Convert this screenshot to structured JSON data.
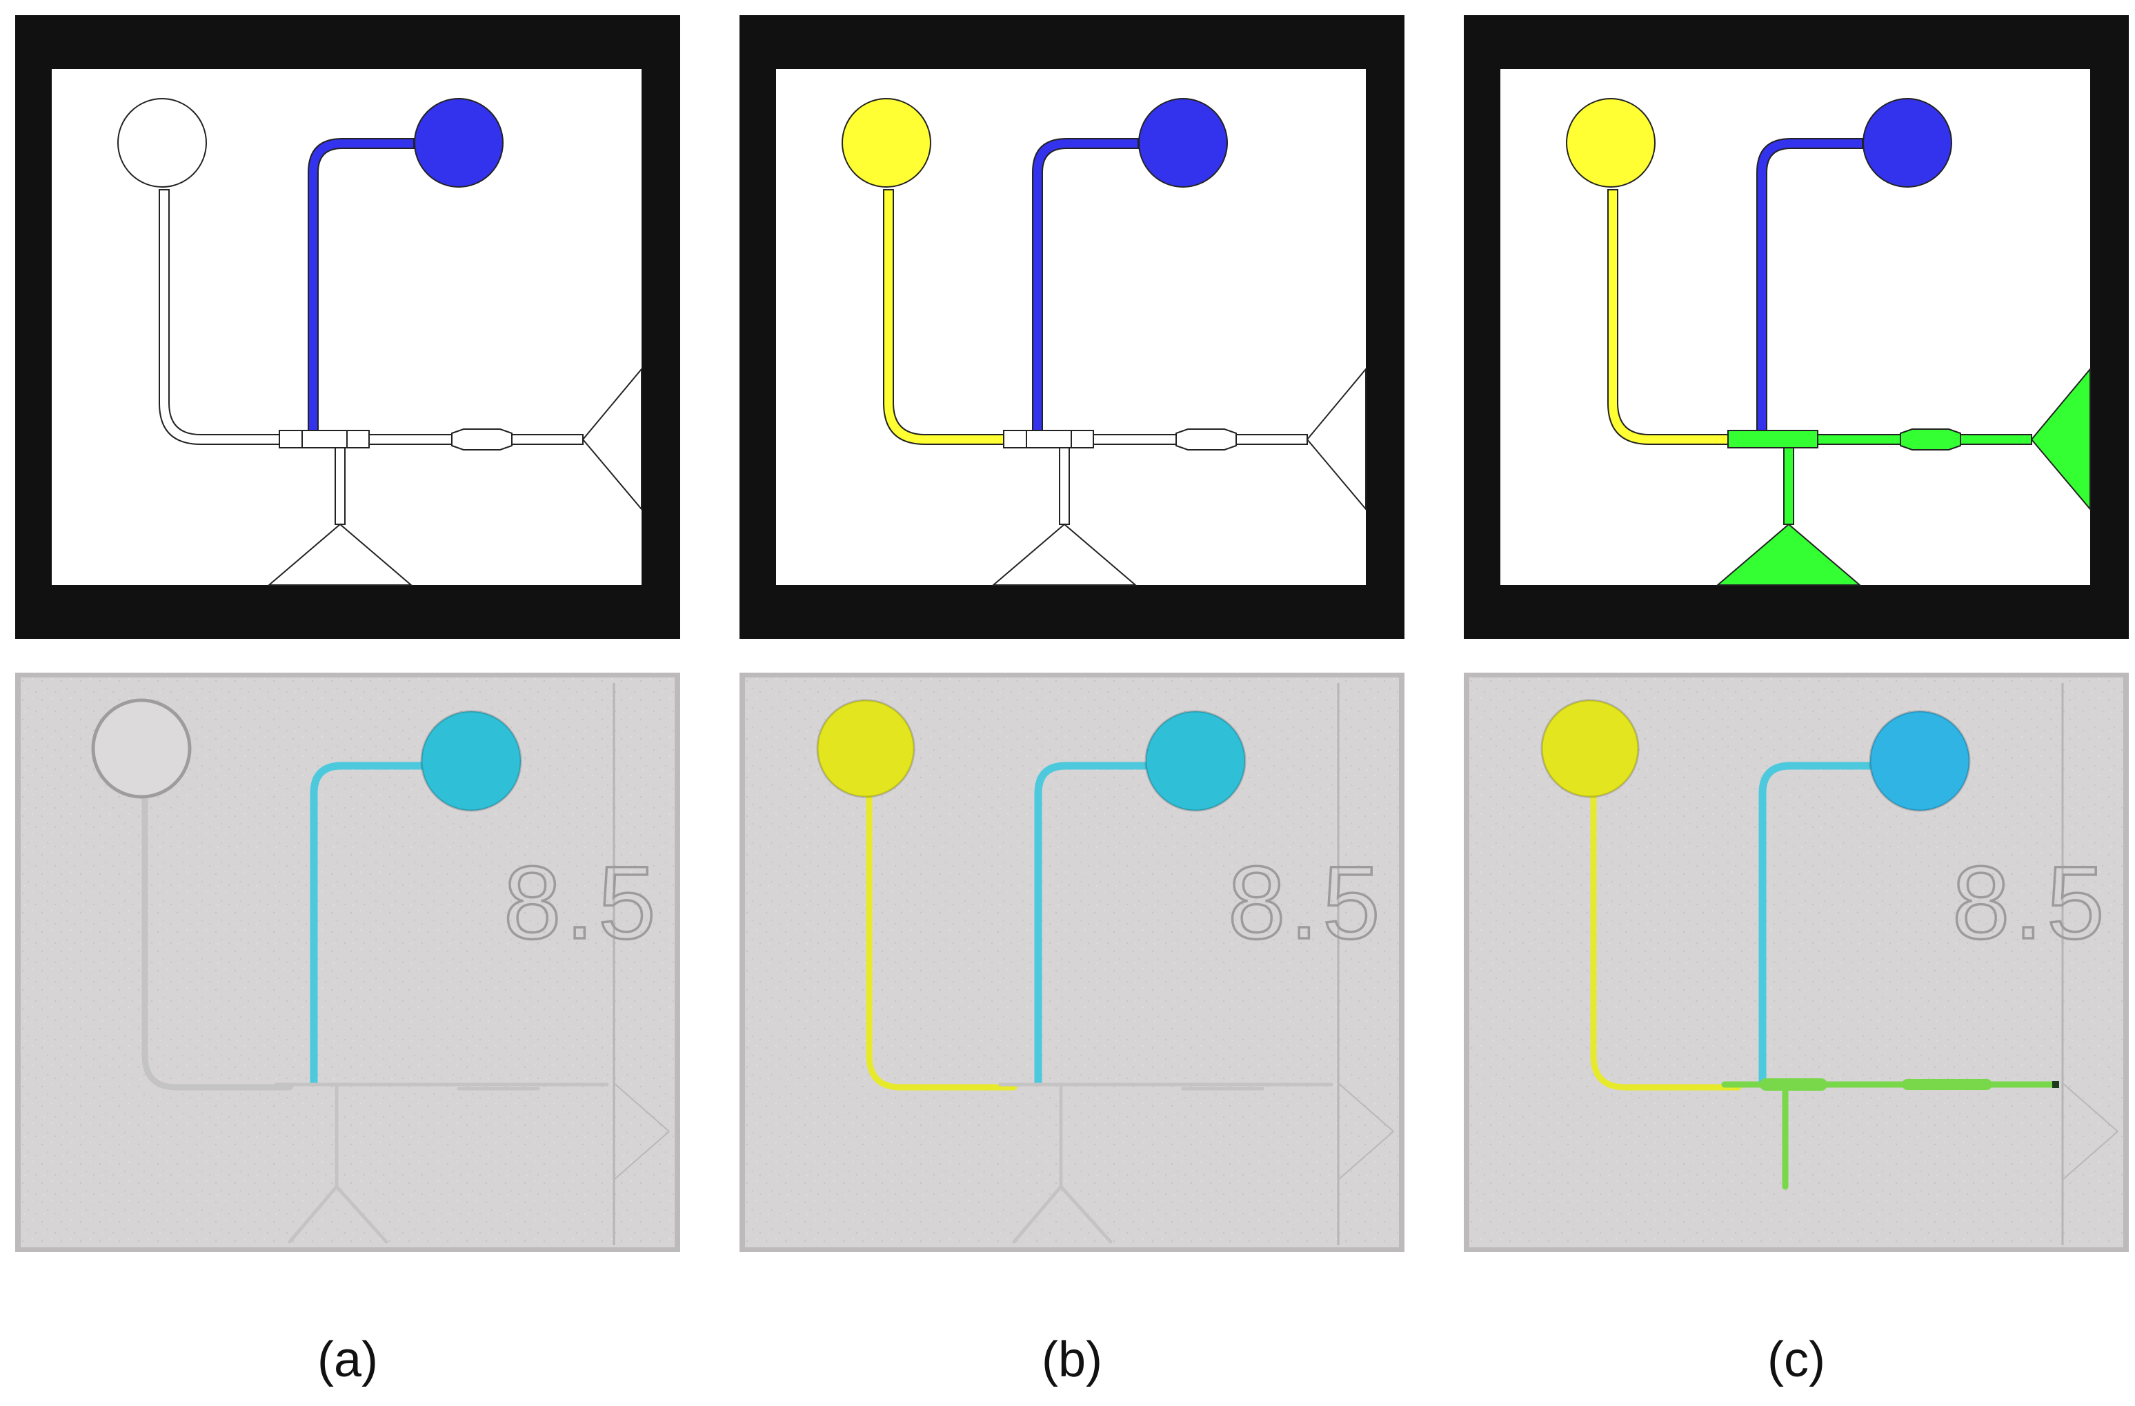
{
  "panels": [
    {
      "caption": "(a)",
      "chip_number": "8.5",
      "left_reservoir_fill": "#ffffff",
      "right_reservoir_fill": "#3333ee",
      "left_channel_fill": "#ffffff",
      "right_channel_fill": "#3333ee",
      "network_fill": "#ffffff",
      "photo_left_reservoir": "empty",
      "photo_right_reservoir": "#2fc0d8",
      "photo_left_channel": "#c4c4c4",
      "photo_right_channel": "#4cc9dc",
      "photo_network": "#c4c4c4"
    },
    {
      "caption": "(b)",
      "chip_number": "8.5",
      "left_reservoir_fill": "#ffff33",
      "right_reservoir_fill": "#3333ee",
      "left_channel_fill": "#ffff33",
      "right_channel_fill": "#3333ee",
      "network_fill": "#ffffff",
      "photo_left_reservoir": "#e3e61e",
      "photo_right_reservoir": "#2fc0d8",
      "photo_left_channel": "#e6ea2a",
      "photo_right_channel": "#4cc9dc",
      "photo_network": "#c4c4c4"
    },
    {
      "caption": "(c)",
      "chip_number": "8.5",
      "left_reservoir_fill": "#ffff33",
      "right_reservoir_fill": "#3333ee",
      "left_channel_fill": "#ffff33",
      "right_channel_fill": "#3333ee",
      "network_fill": "#33ff33",
      "photo_left_reservoir": "#e3e61e",
      "photo_right_reservoir": "#2fb4e4",
      "photo_left_channel": "#e6ea2a",
      "photo_right_channel": "#4cc9dc",
      "photo_network": "#79d84a"
    }
  ],
  "colors": {
    "frame": "#111111",
    "outline": "#222222",
    "chip_background": "#d7d4d6",
    "chip_edge": "#bdbabc"
  }
}
